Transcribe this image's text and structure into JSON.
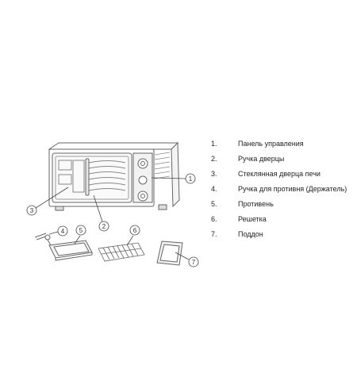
{
  "callouts": [
    "1",
    "2",
    "3",
    "4",
    "5",
    "6",
    "7"
  ],
  "legend": [
    {
      "num": "1.",
      "text": "Панель управления"
    },
    {
      "num": "2.",
      "text": "Ручка дверцы"
    },
    {
      "num": "3.",
      "text": "Стеклянная дверца печи"
    },
    {
      "num": "4.",
      "text": "Ручка для противня (Держатель)"
    },
    {
      "num": "5.",
      "text": "Противень"
    },
    {
      "num": "6.",
      "text": "Решетка"
    },
    {
      "num": "7.",
      "text": "Поддон"
    }
  ]
}
